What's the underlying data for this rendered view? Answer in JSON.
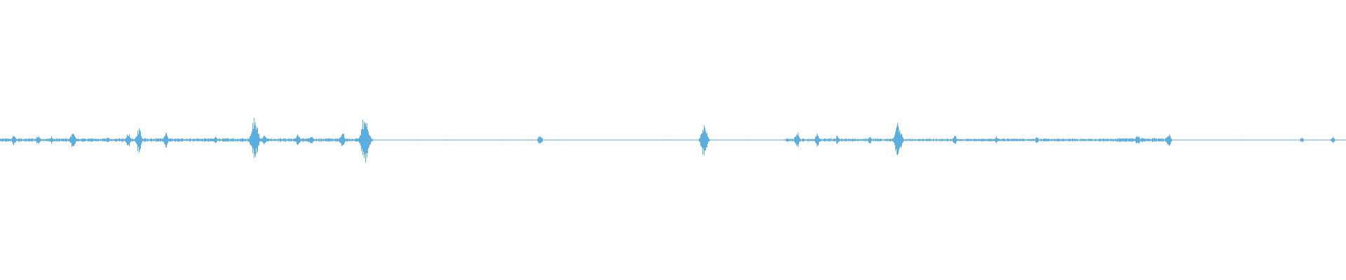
{
  "waveform": {
    "color": "#5aafe0",
    "background": "#ffffff",
    "bursts": [
      {
        "t": 0.01,
        "amp": 0.05
      },
      {
        "t": 0.028,
        "amp": 0.04
      },
      {
        "t": 0.038,
        "amp": 0.03
      },
      {
        "t": 0.054,
        "amp": 0.08
      },
      {
        "t": 0.08,
        "amp": 0.03
      },
      {
        "t": 0.095,
        "amp": 0.07
      },
      {
        "t": 0.103,
        "amp": 0.1
      },
      {
        "t": 0.123,
        "amp": 0.06
      },
      {
        "t": 0.16,
        "amp": 0.03
      },
      {
        "t": 0.189,
        "amp": 0.17
      },
      {
        "t": 0.196,
        "amp": 0.05
      },
      {
        "t": 0.221,
        "amp": 0.05
      },
      {
        "t": 0.231,
        "amp": 0.04
      },
      {
        "t": 0.254,
        "amp": 0.08
      },
      {
        "t": 0.271,
        "amp": 0.2
      },
      {
        "t": 0.401,
        "amp": 0.05
      },
      {
        "t": 0.523,
        "amp": 0.14
      },
      {
        "t": 0.592,
        "amp": 0.07
      },
      {
        "t": 0.607,
        "amp": 0.06
      },
      {
        "t": 0.622,
        "amp": 0.04
      },
      {
        "t": 0.646,
        "amp": 0.03
      },
      {
        "t": 0.667,
        "amp": 0.15
      },
      {
        "t": 0.709,
        "amp": 0.04
      },
      {
        "t": 0.74,
        "amp": 0.03
      },
      {
        "t": 0.77,
        "amp": 0.03
      },
      {
        "t": 0.845,
        "amp": 0.05
      },
      {
        "t": 0.868,
        "amp": 0.06
      },
      {
        "t": 0.967,
        "amp": 0.02
      },
      {
        "t": 0.99,
        "amp": 0.03
      }
    ],
    "dense_regions": [
      {
        "start": 0.0,
        "end": 0.275,
        "amp": 0.012
      },
      {
        "start": 0.583,
        "end": 0.868,
        "amp": 0.01
      },
      {
        "start": 0.71,
        "end": 0.77,
        "amp": 0.008
      },
      {
        "start": 0.83,
        "end": 0.87,
        "amp": 0.014
      }
    ]
  }
}
